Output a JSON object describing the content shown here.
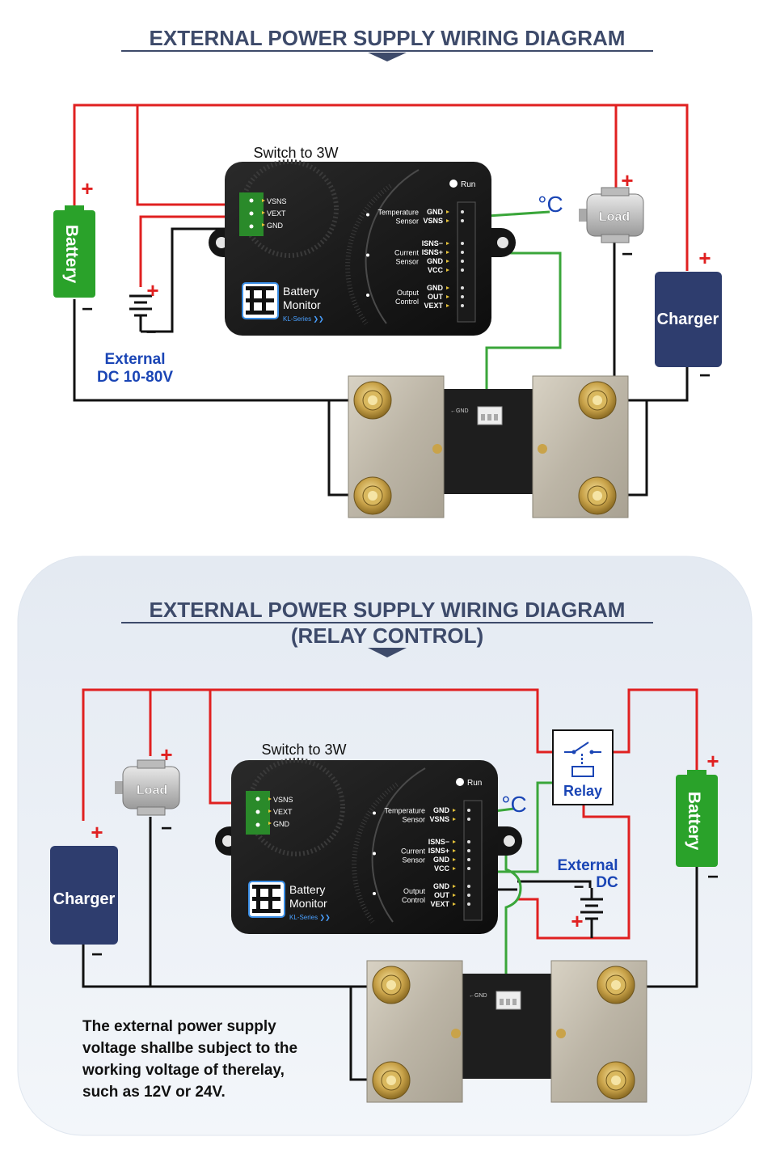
{
  "section1": {
    "title": "EXTERNAL POWER SUPPLY WIRING DIAGRAM",
    "switch_label": "Switch to 3W",
    "battery_label": "Battery",
    "charger_label": "Charger",
    "load_label": "Load",
    "temp_symbol": "°C",
    "external_line1": "External",
    "external_line2": "DC 10-80V",
    "plus": "+",
    "minus": "−"
  },
  "section2": {
    "title": "EXTERNAL POWER SUPPLY WIRING DIAGRAM",
    "subtitle": "(RELAY CONTROL)",
    "switch_label": "Switch to 3W",
    "battery_label": "Battery",
    "charger_label": "Charger",
    "load_label": "Load",
    "relay_label": "Relay",
    "temp_symbol": "°C",
    "external_line1": "External",
    "external_line2": "DC",
    "note_lines": [
      "The external power supply",
      "voltage shallbe subject to the",
      "working voltage of therelay,",
      "such as 12V or 24V."
    ]
  },
  "monitor": {
    "left_pins": [
      "VSNS",
      "VEXT",
      "GND"
    ],
    "run": "Run",
    "temp_label": [
      "Temperature",
      "Sensor"
    ],
    "temp_pins": [
      "GND",
      "VSNS"
    ],
    "current_label": [
      "Current",
      "Sensor"
    ],
    "current_pins": [
      "ISNS−",
      "ISNS+",
      "GND",
      "VCC"
    ],
    "output_label": [
      "Output",
      "Control"
    ],
    "output_pins": [
      "GND",
      "OUT",
      "VEXT"
    ],
    "brand_line1": "Battery",
    "brand_line2": "Monitor",
    "series": "KL-Series ❯❯"
  },
  "shunt": {
    "port_label": "←GND"
  },
  "colors": {
    "title": "#3d4a6a",
    "red_wire": "#e02020",
    "black_wire": "#111111",
    "green_wire": "#3aa63a",
    "battery": "#2aa22a",
    "charger": "#2e3d6e",
    "text_blue": "#1a45b5",
    "panel_bg": "#e9eef5"
  }
}
